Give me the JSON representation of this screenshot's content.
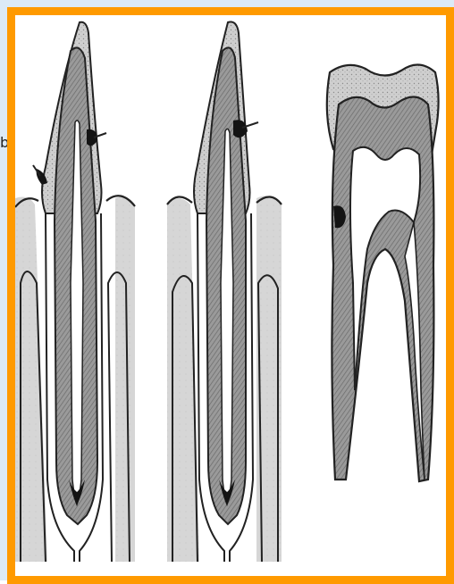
{
  "slide": {
    "frame_color": "#ff9a00",
    "background_color": "#dceaf6",
    "edge_glyph": "b"
  },
  "figure": {
    "panels": [
      {
        "id": "incisor-cervical-caries",
        "type": "incisor-longitudinal-section"
      },
      {
        "id": "incisor-crown-caries",
        "type": "incisor-longitudinal-section"
      },
      {
        "id": "molar-cavity",
        "type": "molar-longitudinal-section"
      }
    ],
    "colors": {
      "bone": "#d4d4d4",
      "enamel": "#c9c9c9",
      "dentin": "#9a9a9a",
      "pulp": "#ffffff",
      "lesion": "#141414",
      "outline": "#222222"
    }
  }
}
